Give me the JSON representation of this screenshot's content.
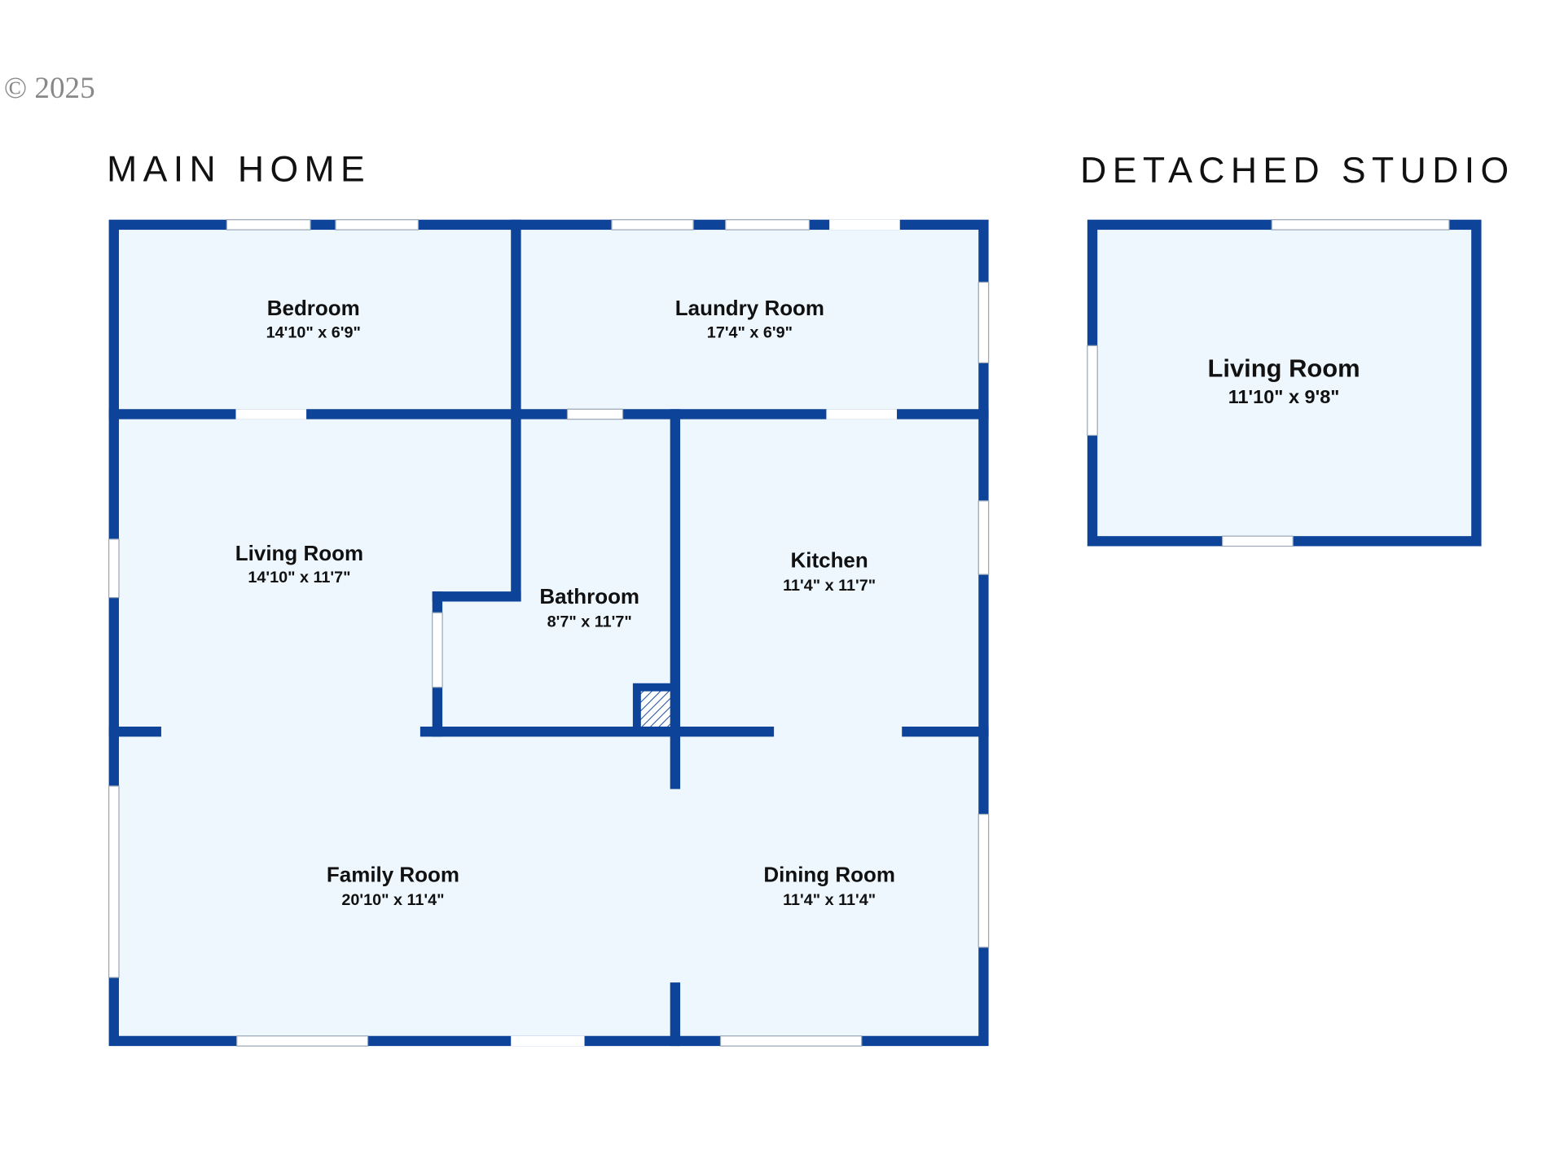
{
  "copyright": "© 2025",
  "colors": {
    "wall": "#0d4499",
    "floor": "#eef7fe"
  },
  "main_home": {
    "title": "MAIN HOME",
    "rooms": [
      {
        "name": "Bedroom",
        "dims": "14'10\" x 6'9\""
      },
      {
        "name": "Laundry Room",
        "dims": "17'4\" x 6'9\""
      },
      {
        "name": "Living Room",
        "dims": "14'10\" x 11'7\""
      },
      {
        "name": "Bathroom",
        "dims": "8'7\" x 11'7\""
      },
      {
        "name": "Kitchen",
        "dims": "11'4\" x 11'7\""
      },
      {
        "name": "Family Room",
        "dims": "20'10\" x 11'4\""
      },
      {
        "name": "Dining Room",
        "dims": "11'4\" x 11'4\""
      }
    ]
  },
  "detached_studio": {
    "title": "DETACHED STUDIO",
    "rooms": [
      {
        "name": "Living Room",
        "dims": "11'10\" x 9'8\""
      }
    ]
  }
}
